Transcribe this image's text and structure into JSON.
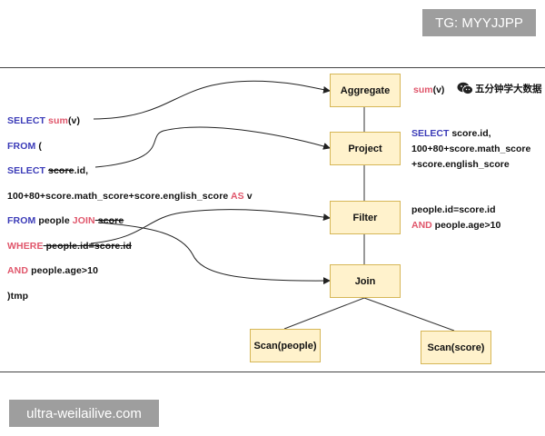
{
  "watermark_top": "TG: MYYJJPP",
  "watermark_bottom": "ultra-weilailive.com",
  "brand": "五分钟学大数据",
  "sql_lines": [
    {
      "parts": [
        {
          "text": "SELECT ",
          "style": "blue"
        },
        {
          "text": "sum",
          "style": "red"
        },
        {
          "text": "(v)",
          "style": ""
        }
      ]
    },
    {
      "parts": [
        {
          "text": "FROM",
          "style": "blue"
        },
        {
          "text": " (",
          "style": ""
        }
      ]
    },
    {
      "parts": [
        {
          "text": "SELECT ",
          "style": "blue"
        },
        {
          "text": "score",
          "style": "strike"
        },
        {
          "text": ".id,",
          "style": ""
        }
      ]
    },
    {
      "parts": [
        {
          "text": "100+80+score.math_score+score.english_score ",
          "style": ""
        },
        {
          "text": "AS",
          "style": "red"
        },
        {
          "text": " v",
          "style": ""
        }
      ]
    },
    {
      "parts": [
        {
          "text": "FROM",
          "style": "blue"
        },
        {
          "text": " people ",
          "style": ""
        },
        {
          "text": "JOIN",
          "style": "red"
        },
        {
          "text": " score",
          "style": "strike"
        }
      ]
    },
    {
      "parts": [
        {
          "text": "WHERE",
          "style": "red"
        },
        {
          "text": " people.id=score.id",
          "style": "strike"
        }
      ]
    },
    {
      "parts": [
        {
          "text": "AND",
          "style": "red"
        },
        {
          "text": " people.age>10",
          "style": ""
        }
      ]
    },
    {
      "parts": [
        {
          "text": ")tmp",
          "style": ""
        }
      ]
    }
  ],
  "nodes": {
    "aggregate": "Aggregate",
    "project": "Project",
    "filter": "Filter",
    "join": "Join",
    "scan_people": "Scan(people)",
    "scan_score": "Scan(score)"
  },
  "notes": {
    "aggregate": [
      {
        "parts": [
          {
            "text": "sum",
            "style": "red"
          },
          {
            "text": "(v)",
            "style": ""
          }
        ]
      }
    ],
    "project": [
      {
        "parts": [
          {
            "text": "SELECT",
            "style": "blue"
          },
          {
            "text": " score.id,",
            "style": ""
          }
        ]
      },
      {
        "parts": [
          {
            "text": "100+80+score.math_score",
            "style": ""
          }
        ]
      },
      {
        "parts": [
          {
            "text": "+score.english_score",
            "style": ""
          }
        ]
      }
    ],
    "filter": [
      {
        "parts": [
          {
            "text": "people.id=score.id",
            "style": ""
          }
        ]
      },
      {
        "parts": [
          {
            "text": "AND",
            "style": "red"
          },
          {
            "text": " people.age>10",
            "style": ""
          }
        ]
      }
    ]
  },
  "colors": {
    "keyword_blue": "#3b3bb8",
    "keyword_red": "#e0566b",
    "node_fill": "#fff2cc",
    "node_border": "#d6b656"
  }
}
